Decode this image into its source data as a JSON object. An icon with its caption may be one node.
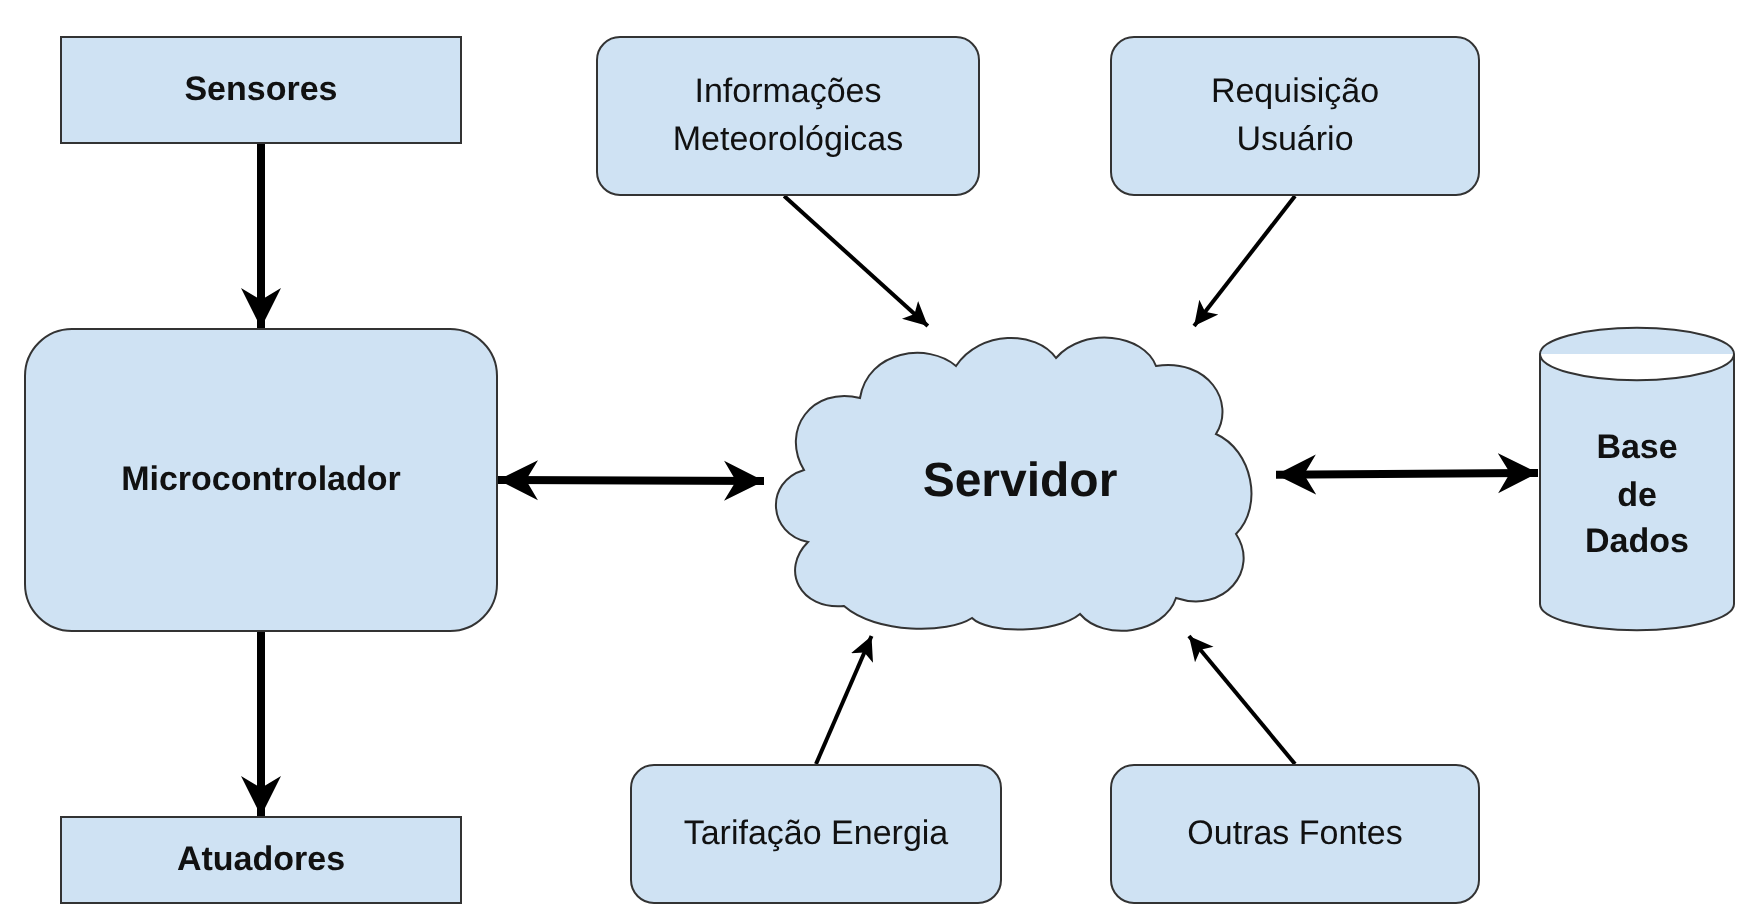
{
  "diagram": {
    "nodes": [
      {
        "text": [
          "Sensores"
        ]
      },
      {
        "text": [
          "Informações Meteorológicas"
        ]
      },
      {
        "text": [
          "Requisição Usuário"
        ]
      },
      {
        "text": [
          "Microcontrolador"
        ]
      },
      {
        "text": [
          "Servidor"
        ]
      },
      {
        "text": [
          "Base de Dados"
        ]
      },
      {
        "text": [
          "Atuadores"
        ]
      },
      {
        "text": [
          "Tarifação Energia"
        ]
      },
      {
        "text": [
          "Outras Fontes"
        ]
      }
    ],
    "edges": [
      {
        "from": 0,
        "to": 3,
        "arrow": "to",
        "style": "thick"
      },
      {
        "from": 3,
        "to": 6,
        "arrow": "to",
        "style": "thick"
      },
      {
        "from": 3,
        "to": 4,
        "arrow": "both",
        "style": "thick"
      },
      {
        "from": 4,
        "to": 5,
        "arrow": "both",
        "style": "thick"
      },
      {
        "from": 1,
        "to": 4,
        "arrow": "to"
      },
      {
        "from": 2,
        "to": 4,
        "arrow": "to"
      },
      {
        "from": 7,
        "to": 4,
        "arrow": "to"
      },
      {
        "from": 8,
        "to": 4,
        "arrow": "to"
      }
    ]
  }
}
